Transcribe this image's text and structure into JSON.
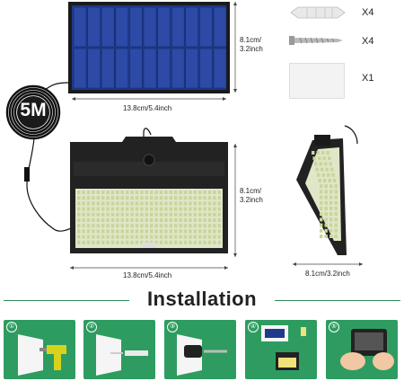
{
  "cable_label": "5M",
  "panel": {
    "width_label": "13.8cm/5.4inch",
    "height_label": "8.1cm/\n3.2inch"
  },
  "light_front": {
    "width_label": "13.8cm/5.4inch",
    "height_label": "8.1cm/\n3.2inch"
  },
  "light_side": {
    "width_label": "8.1cm/3.2inch"
  },
  "accessories": [
    {
      "name": "wall anchor",
      "qty": "X4"
    },
    {
      "name": "screw",
      "qty": "X4"
    },
    {
      "name": "adhesive pad",
      "qty": "X1"
    }
  ],
  "installation": {
    "title": "Installation",
    "steps": [
      {
        "number": "①"
      },
      {
        "number": "②"
      },
      {
        "number": "③"
      },
      {
        "number": "④"
      },
      {
        "number": "⑤"
      }
    ]
  },
  "colors": {
    "accent_green": "#2e9c60",
    "panel_blue": "#1b2f7a"
  }
}
